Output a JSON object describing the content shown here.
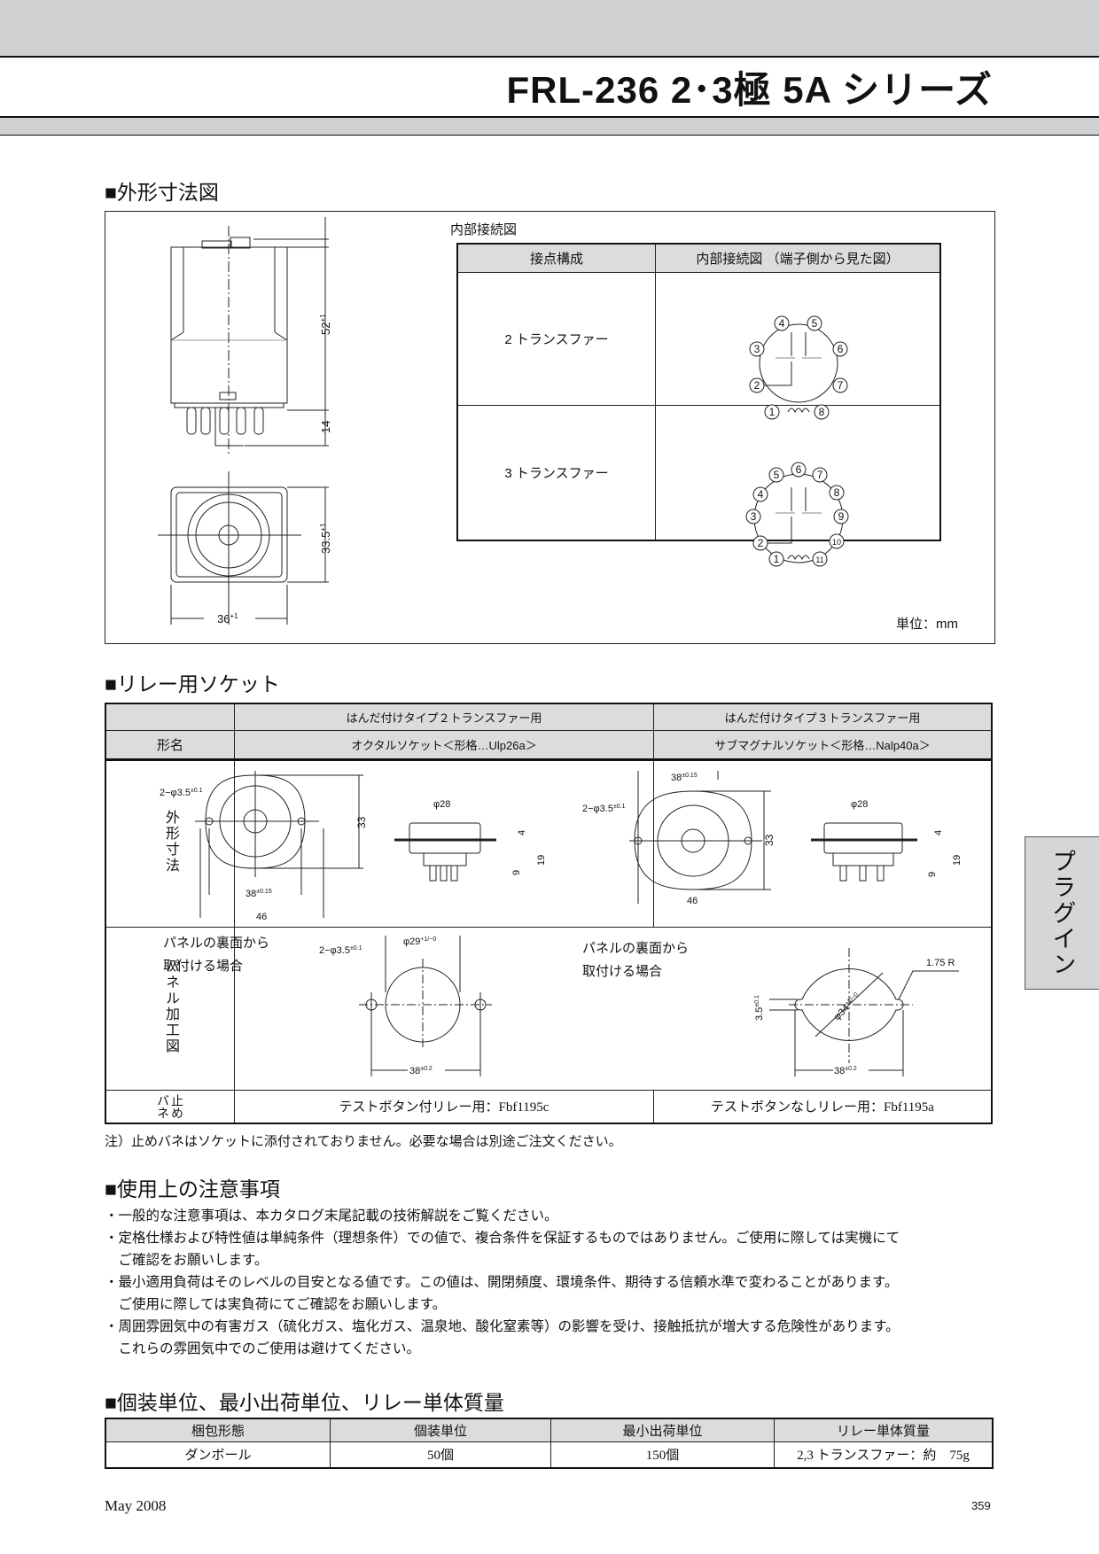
{
  "header": {
    "title": "FRL-236  2･3極  5A シリーズ"
  },
  "section_outline": {
    "heading": "■外形寸法図",
    "dimensions": {
      "height_main": "52",
      "height_main_tol": "+1",
      "pin_length": "14",
      "bottom_height": "33.5",
      "bottom_height_tol": "+1",
      "width": "36",
      "width_tol": "+1"
    },
    "wiring_label": "内部接続図",
    "wiring_table": {
      "headers": [
        "接点構成",
        "内部接続図 （端子側から見た図）"
      ],
      "rows": [
        {
          "config": "2 トランスファー",
          "pins": [
            "1",
            "2",
            "3",
            "4",
            "5",
            "6",
            "7",
            "8"
          ]
        },
        {
          "config": "3 トランスファー",
          "pins": [
            "1",
            "2",
            "3",
            "4",
            "5",
            "6",
            "7",
            "8",
            "9",
            "10",
            "11"
          ]
        }
      ]
    },
    "unit": "単位：mm"
  },
  "section_socket": {
    "heading": "■リレー用ソケット",
    "columns": [
      "はんだ付けタイプ２トランスファー用",
      "はんだ付けタイプ３トランスファー用"
    ],
    "row_labels": {
      "model": "形名",
      "outline": "外形寸法",
      "panel": "パネル加工図",
      "spring": "止めバネ"
    },
    "models": [
      "オクタルソケット＜形格…Ulp26a＞",
      "サブマグナルソケット＜形格…Nalp40a＞"
    ],
    "outline_dims": {
      "left": {
        "holes": "2−φ3.5",
        "holes_tol": "±0.1",
        "height": "33",
        "pitch": "38",
        "pitch_tol": "±0.15",
        "width": "46",
        "diameter": "φ28",
        "top": "4",
        "pin": "9",
        "total": "19"
      },
      "right": {
        "holes": "2−φ3.5",
        "holes_tol": "±0.1",
        "height": "33",
        "pitch": "38",
        "pitch_tol": "±0.15",
        "width": "46",
        "diameter": "φ28",
        "top": "4",
        "pin": "9",
        "total": "19"
      }
    },
    "panel": {
      "caption_line1": "パネルの裏面から",
      "caption_line2": "取付ける場合",
      "left": {
        "holes": "2−φ3.5",
        "holes_tol": "±0.1",
        "diameter": "φ29",
        "diameter_tol": "+1/−0",
        "pitch": "38",
        "pitch_tol": "±0.2"
      },
      "right": {
        "radius": "1.75 R",
        "slot": "3.5",
        "slot_tol": "±0.1",
        "diameter": "φ34",
        "diameter_tol": "+1/−0",
        "pitch": "38",
        "pitch_tol": "±0.2"
      }
    },
    "springs": [
      "テストボタン付リレー用：Fbf1195c",
      "テストボタンなしリレー用：Fbf1195a"
    ],
    "note": "注）止めバネはソケットに添付されておりません。必要な場合は別途ご注文ください。"
  },
  "section_cautions": {
    "heading": "■使用上の注意事項",
    "lines": [
      "・一般的な注意事項は、本カタログ末尾記載の技術解説をご覧ください。",
      "・定格仕様および特性値は単純条件（理想条件）での値で、複合条件を保証するものではありません。ご使用に際しては実機にて",
      "　ご確認をお願いします。",
      "・最小適用負荷はそのレベルの目安となる値です。この値は、開閉頻度、環境条件、期待する信頼水準で変わることがあります。",
      "　ご使用に際しては実負荷にてご確認をお願いします。",
      "・周囲雰囲気中の有害ガス（硫化ガス、塩化ガス、温泉地、酸化窒素等）の影響を受け、接触抵抗が増大する危険性があります。",
      "　これらの雰囲気中でのご使用は避けてください。"
    ]
  },
  "section_packing": {
    "heading": "■個装単位、最小出荷単位、リレー単体質量",
    "headers": [
      "梱包形態",
      "個装単位",
      "最小出荷単位",
      "リレー単体質量"
    ],
    "row": [
      "ダンボール",
      "50個",
      "150個",
      "2,3 トランスファー：約　75g"
    ]
  },
  "side_tab": "プラグイン",
  "footer": {
    "date": "May 2008",
    "page": "359"
  }
}
